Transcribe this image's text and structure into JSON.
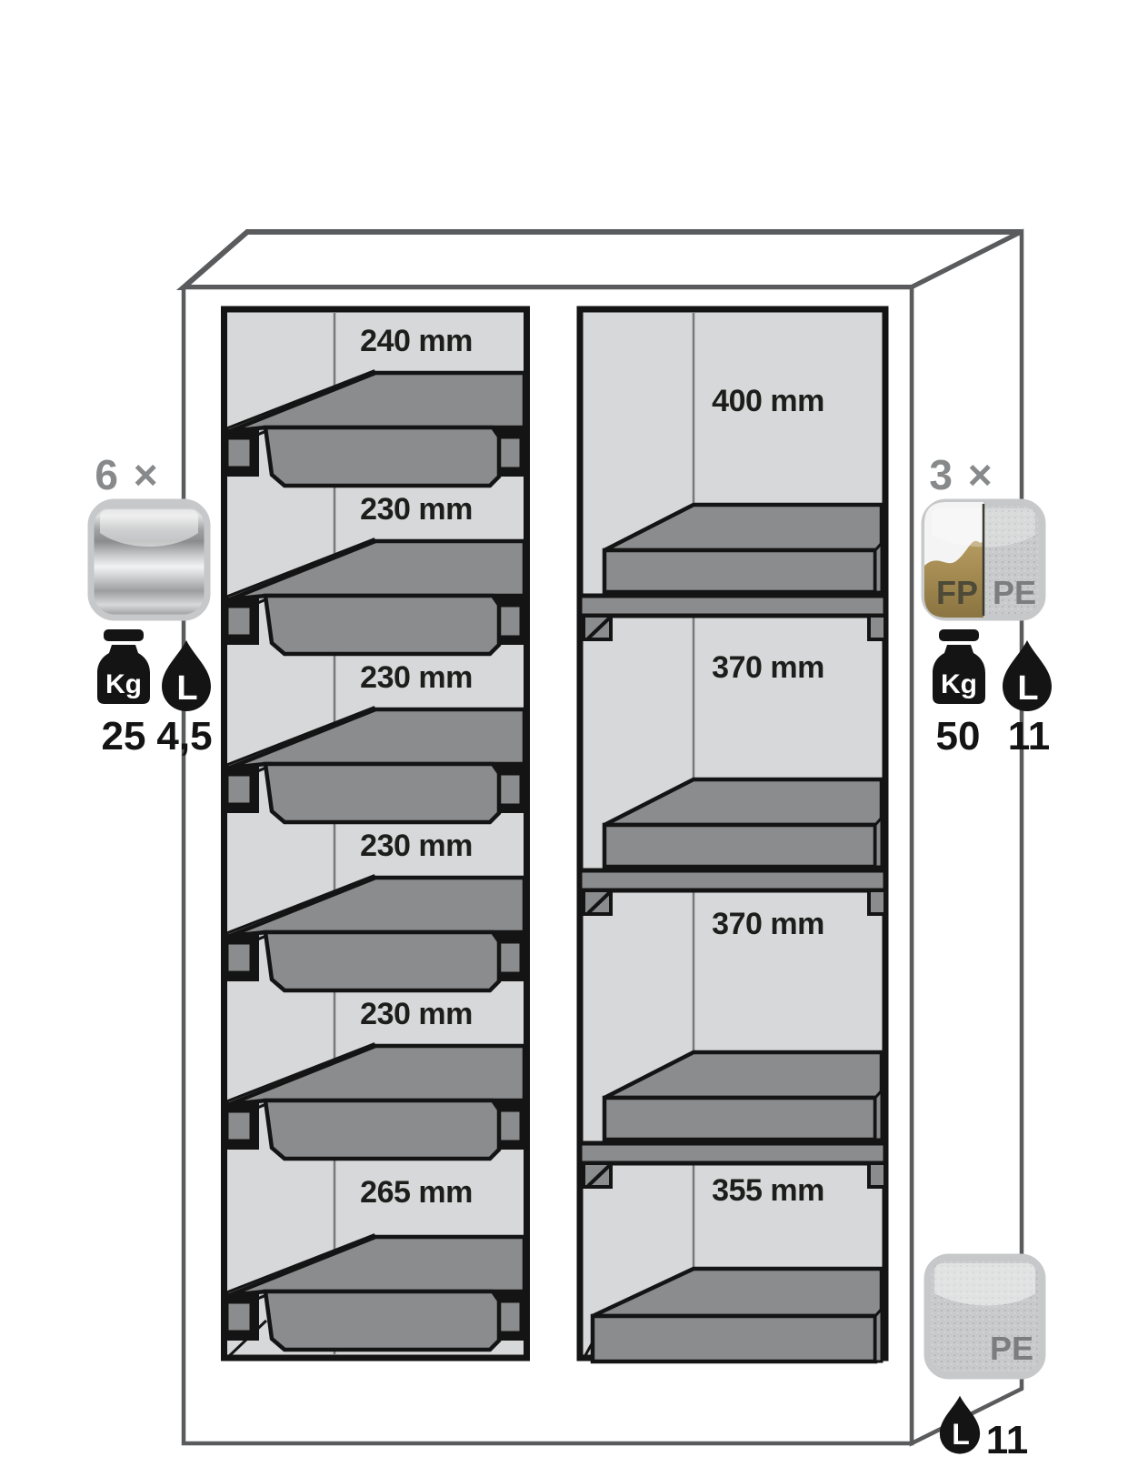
{
  "palette": {
    "outline_gray": "#5a5b5d",
    "border_black": "#141414",
    "interior_gray": "#d7d8d9",
    "tray_gray": "#8a8c8e",
    "rim_light": "#b7b9bb",
    "label_text": "#1d1d1b",
    "count_text": "#87898b",
    "fp_gold": "#a58c55",
    "pe_gray": "#c9cacb"
  },
  "cabinet": {
    "left_column": {
      "count_label": "6 ×",
      "material_icon": "stainless-steel-drawer",
      "load_capacity": {
        "unit": "Kg",
        "value": "25"
      },
      "sump_volume": {
        "unit": "L",
        "value": "4,5"
      },
      "spacings": [
        "240 mm",
        "230 mm",
        "230 mm",
        "230 mm",
        "230 mm",
        "265 mm"
      ]
    },
    "right_column": {
      "count_label": "3 ×",
      "material_icon": "fp-pe-shelf",
      "material_left": "FP",
      "material_right": "PE",
      "load_capacity": {
        "unit": "Kg",
        "value": "50"
      },
      "sump_volume": {
        "unit": "L",
        "value": "11"
      },
      "spacings": [
        "400 mm",
        "370 mm",
        "370 mm",
        "355 mm"
      ]
    },
    "bottom_sump": {
      "material": "PE",
      "volume": {
        "unit": "L",
        "value": "11"
      }
    }
  }
}
